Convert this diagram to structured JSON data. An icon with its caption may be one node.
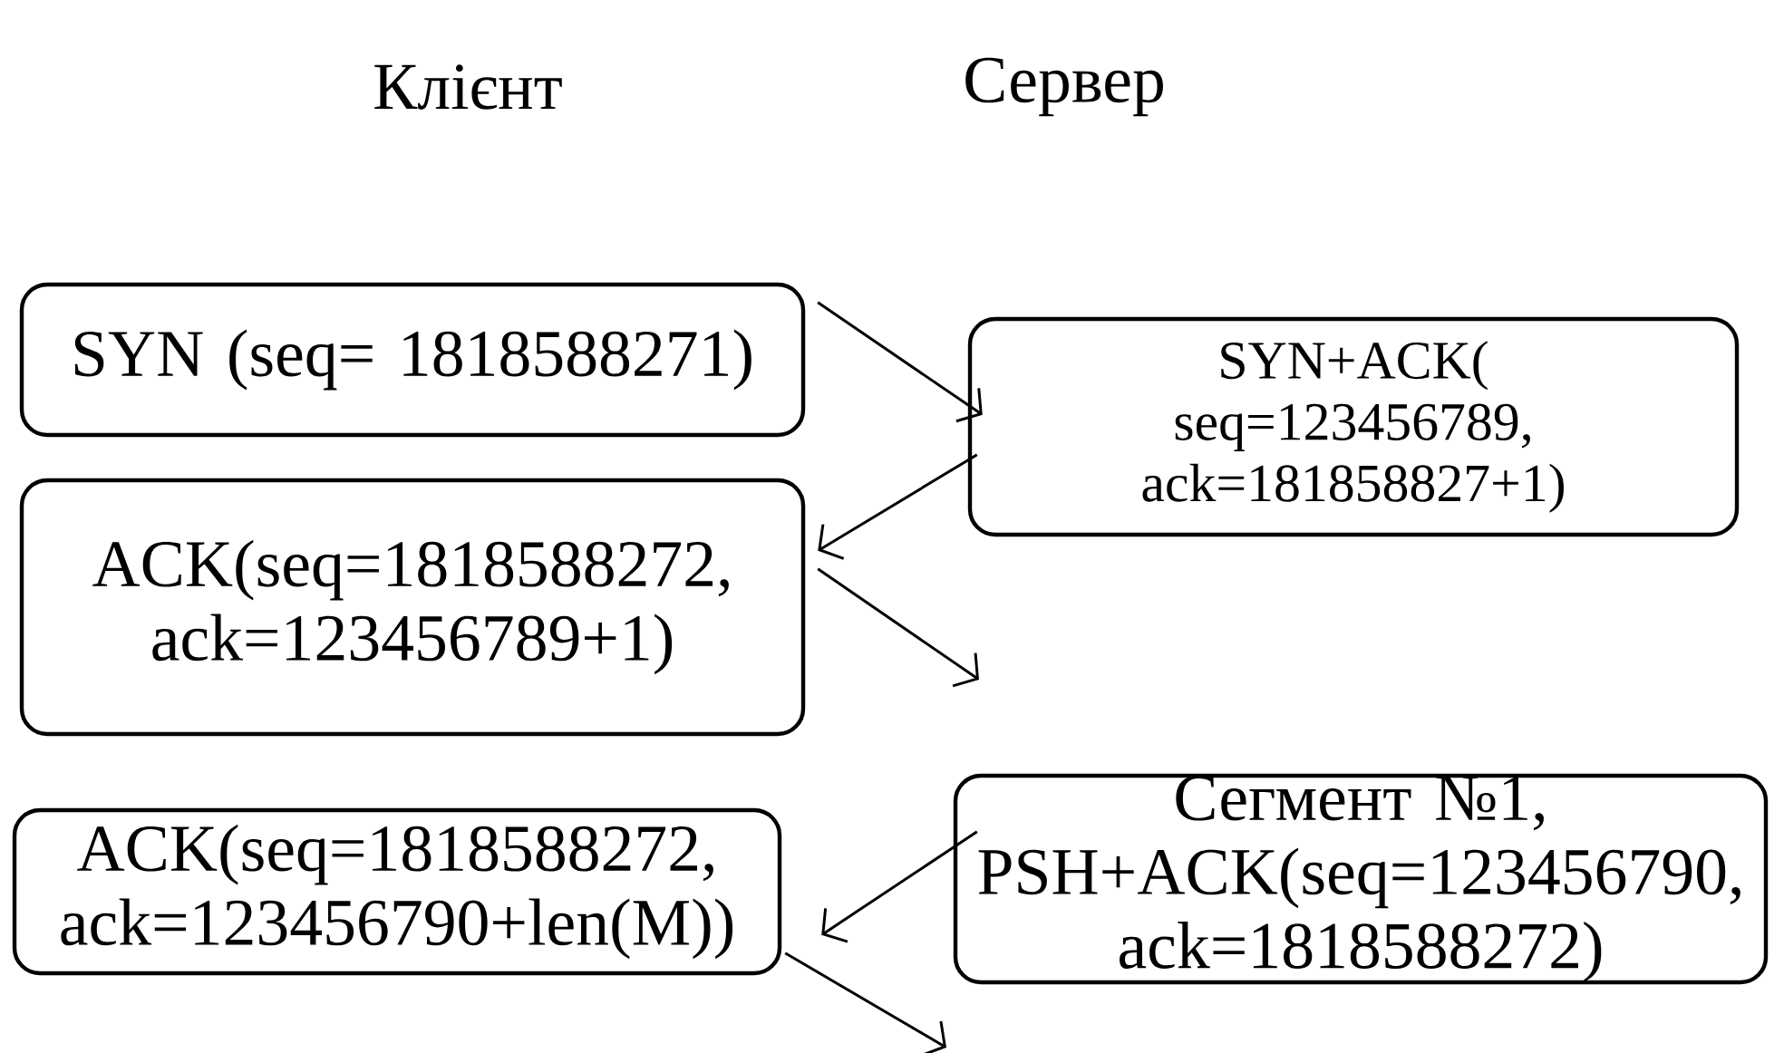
{
  "diagram": {
    "nodes": [
      {
        "text": [
          "SYN (seq= 1818588271)"
        ]
      },
      {
        "text": [
          "SYN+ACK( seq=123456789, ack=181858827+1)"
        ]
      },
      {
        "text": [
          "ACK(seq=1818588272, ack=123456789+1)"
        ]
      },
      {
        "text": [
          "Сегмент №1, PSH+ACK(seq=123456790, ack=1818588272)"
        ]
      },
      {
        "text": [
          "ACK(seq=1818588272, ack=123456790+len(M))"
        ]
      }
    ],
    "edges": [
      {
        "from": 0,
        "to": 1,
        "arrow": "to"
      },
      {
        "from": 1,
        "to": 2,
        "arrow": "to"
      },
      {
        "from": 2,
        "to": null,
        "arrow": "to"
      },
      {
        "from": 3,
        "to": 4,
        "arrow": "to"
      },
      {
        "from": 4,
        "to": null,
        "arrow": "to"
      }
    ],
    "labels": [
      "Клієнт",
      "Сервер"
    ]
  }
}
